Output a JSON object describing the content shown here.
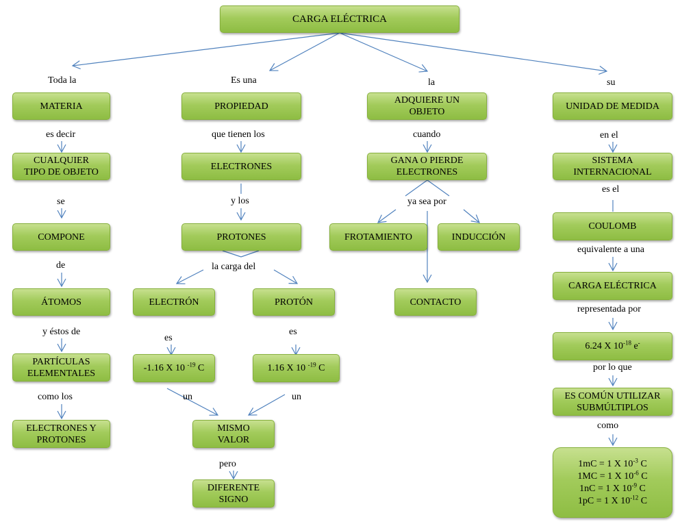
{
  "title": "CARGA ELÉCTRICA",
  "labels": {
    "toda_la": "Toda la",
    "es_una": "Es una",
    "la": "la",
    "su": "su",
    "es_decir": "es decir",
    "se": "se",
    "de": "de",
    "y_estos_de": "y éstos de",
    "como_los": "como  los",
    "que_tienen_los": "que tienen los",
    "y_los": "y los",
    "la_carga_del": "la  carga del",
    "es_left": "es",
    "es_right": "es",
    "un_left": "un",
    "un_right": "un",
    "pero": "pero",
    "cuando": "cuando",
    "ya_sea_por": "ya sea por",
    "en_el": "en el",
    "es_el": "es el",
    "equivalente_a_una": "equivalente a una",
    "representada_por": "representada por",
    "por_lo_que": "por lo que",
    "como": "como"
  },
  "nodes": {
    "materia": "MATERIA",
    "cualquier_1": "CUALQUIER",
    "cualquier_2": "TIPO DE OBJETO",
    "compone": "COMPONE",
    "atomos": "ÁTOMOS",
    "particulas_1": "PARTÍCULAS",
    "particulas_2": "ELEMENTALES",
    "electrones_protones_1": "ELECTRONES Y",
    "electrones_protones_2": "PROTONES",
    "propiedad": "PROPIEDAD",
    "electrones": "ELECTRONES",
    "protones": "PROTONES",
    "electron": "ELECTRÓN",
    "proton": "PROTÓN",
    "electron_value": "-1.16 X 10",
    "electron_exp": "-19",
    "proton_value": "1.16 X 10",
    "proton_exp": "-19",
    "charge_unit": "C",
    "mismo_1": "MISMO",
    "mismo_2": "VALOR",
    "diferente_1": "DIFERENTE",
    "diferente_2": "SIGNO",
    "adquiere_1": "ADQUIERE UN",
    "adquiere_2": "OBJETO",
    "gana_1": "GANA O PIERDE",
    "gana_2": "ELECTRONES",
    "frotamiento": "FROTAMIENTO",
    "induccion": "INDUCCIÓN",
    "contacto": "CONTACTO",
    "unidad": "UNIDAD DE MEDIDA",
    "sistema_1": "SISTEMA",
    "sistema_2": "INTERNACIONAL",
    "coulomb": "COULOMB",
    "carga": "CARGA ELÉCTRICA",
    "e_value": "6.24 X 10",
    "e_exp": "-18",
    "e_sym": "e",
    "e_sign": "-",
    "comun_1": "ES COMÚN UTILIZAR",
    "comun_2": "SUBMÚLTIPLOS",
    "units": [
      {
        "prefix": "1mC = 1 X 10",
        "exp": "-3",
        "unit": "C"
      },
      {
        "prefix": "1MC = 1 X 10",
        "exp": "-6",
        "unit": "C"
      },
      {
        "prefix": "1nC = 1 X 10",
        "exp": "-9",
        "unit": "C"
      },
      {
        "prefix": "1pC = 1 X 10",
        "exp": "-12",
        "unit": "C"
      }
    ]
  },
  "colors": {
    "node_fill": "#a2cb5b",
    "node_border": "#86b03c",
    "connector": "#4f81bd"
  }
}
